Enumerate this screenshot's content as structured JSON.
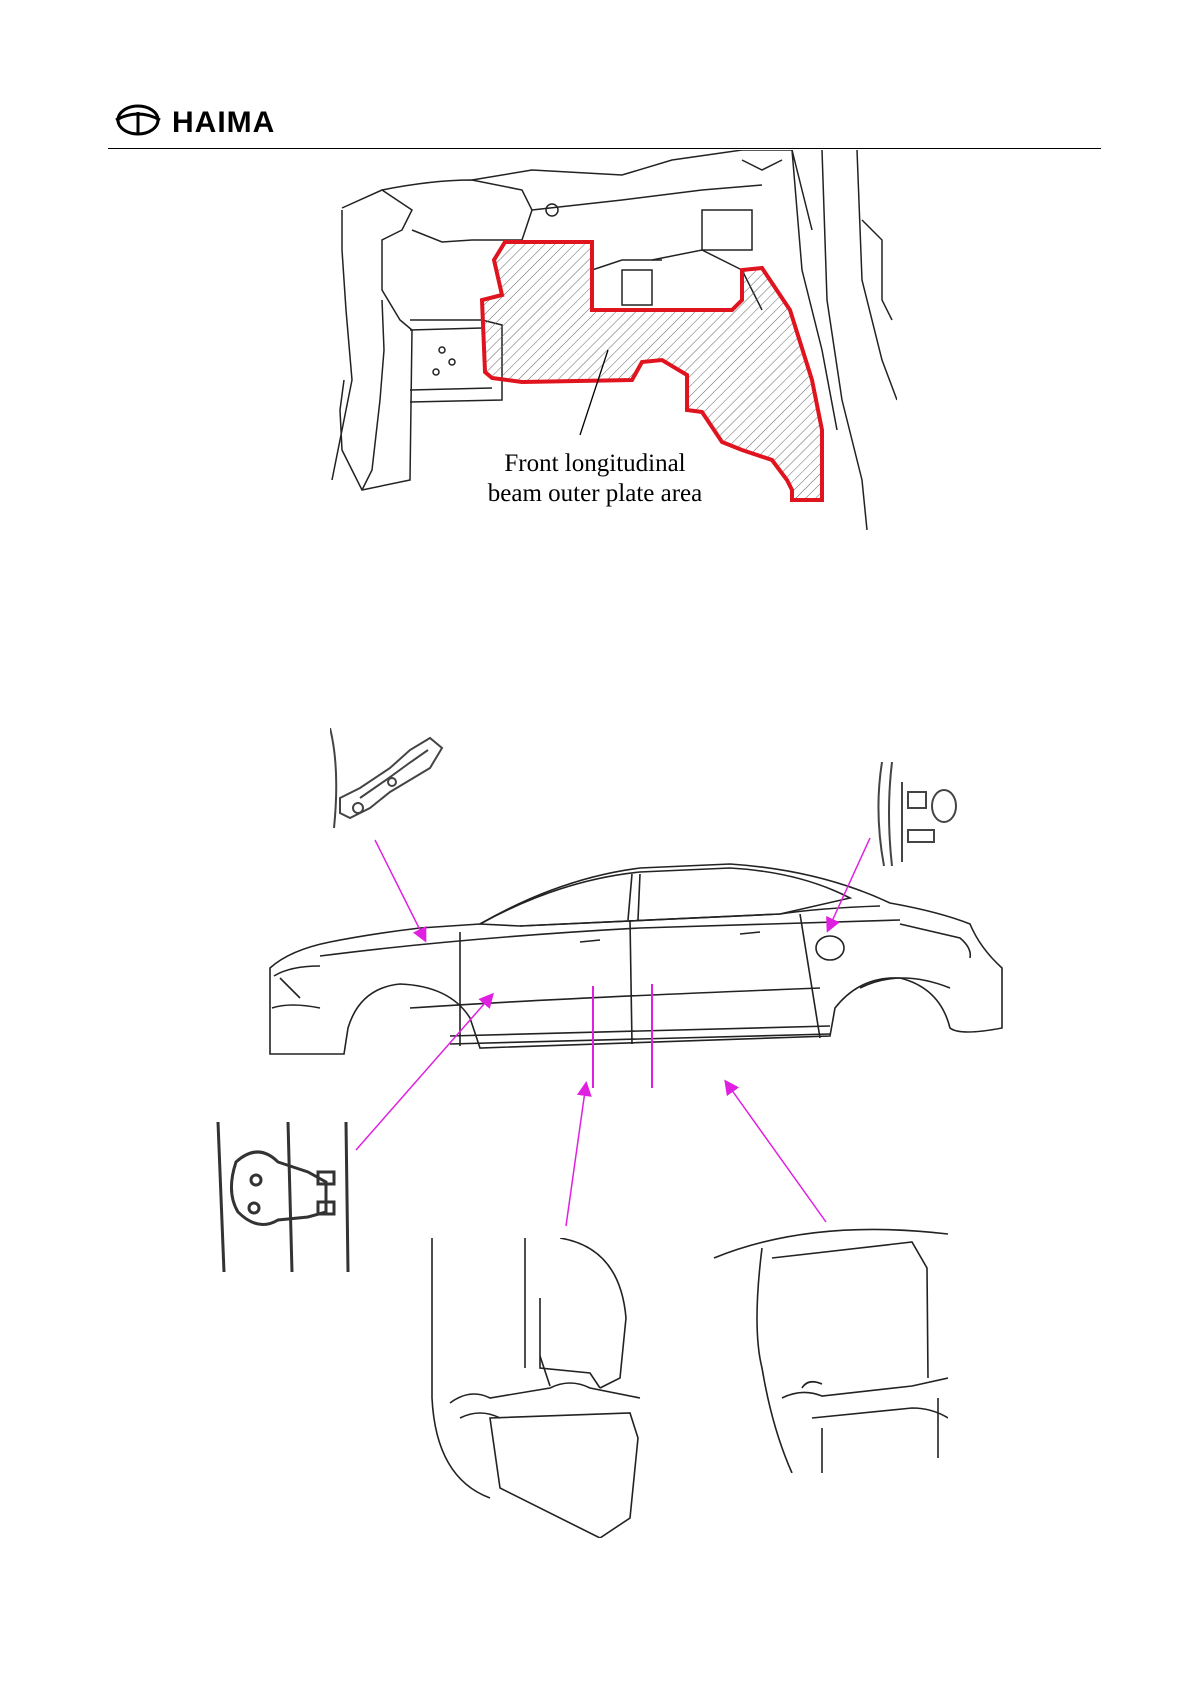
{
  "header": {
    "brand": "HAIMA",
    "rule_color": "#000000"
  },
  "figure1": {
    "callout_line1": "Front longitudinal",
    "callout_line2": "beam outer plate area",
    "highlight_color": "#e0141e",
    "hatch_color": "#555555"
  },
  "figure2": {
    "arrow_color": "#e020e0",
    "insets": [
      {
        "name": "hood-hinge-inset"
      },
      {
        "name": "trunk-lid-striker-inset"
      },
      {
        "name": "door-hinge-inset"
      },
      {
        "name": "front-sill-section-inset"
      },
      {
        "name": "rear-sill-section-inset"
      }
    ]
  }
}
